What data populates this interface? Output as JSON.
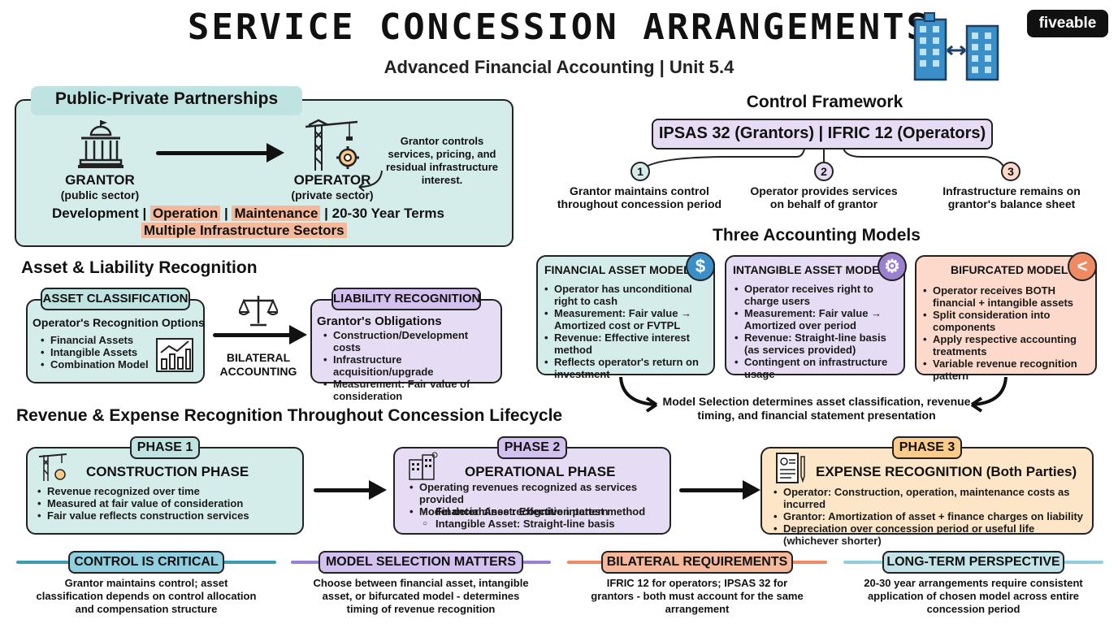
{
  "header": {
    "title": "SERVICE CONCESSION ARRANGEMENTS",
    "subtitle": "Advanced Financial Accounting | Unit 5.4",
    "brand": "fiveable"
  },
  "ppp": {
    "heading": "Public-Private Partnerships",
    "grantor_label": "GRANTOR",
    "grantor_sub": "(public sector)",
    "operator_label": "OPERATOR",
    "operator_sub": "(private sector)",
    "note": "Grantor controls services, pricing, and residual infrastructure interest.",
    "terms": [
      "Development",
      "Operation",
      "Maintenance",
      "20-30 Year Terms"
    ],
    "sectors": "Multiple Infrastructure Sectors"
  },
  "control": {
    "heading": "Control Framework",
    "standards": "IPSAS 32 (Grantors) | IFRIC 12 (Operators)",
    "points": [
      {
        "num": "1",
        "text": "Grantor maintains control throughout concession period"
      },
      {
        "num": "2",
        "text": "Operator provides services on behalf of grantor"
      },
      {
        "num": "3",
        "text": "Infrastructure remains on grantor's balance sheet"
      }
    ]
  },
  "asset_liability": {
    "heading": "Asset & Liability Recognition",
    "asset_tag": "ASSET CLASSIFICATION",
    "asset_title": "Operator's Recognition Options",
    "asset_items": [
      "Financial Assets",
      "Intangible Assets",
      "Combination Model"
    ],
    "bilateral": "BILATERAL ACCOUNTING",
    "liability_tag": "LIABILITY RECOGNITION",
    "liability_title": "Grantor's Obligations",
    "liability_items": [
      "Construction/Development costs",
      "Infrastructure acquisition/upgrade",
      "Measurement: Fair value of consideration"
    ]
  },
  "models": {
    "heading": "Three Accounting Models",
    "financial": {
      "title": "FINANCIAL ASSET MODEL",
      "icon": "$",
      "items": [
        "Operator has unconditional right to cash",
        "Measurement: Fair value → Amortized cost or FVTPL",
        "Revenue: Effective interest method",
        "Reflects operator's return on investment"
      ]
    },
    "intangible": {
      "title": "INTANGIBLE ASSET MODEL",
      "icon": "⚙",
      "items": [
        "Operator receives right to charge users",
        "Measurement: Fair value → Amortized over period",
        "Revenue: Straight-line basis (as services provided)",
        "Contingent on infrastructure usage"
      ]
    },
    "bifurcated": {
      "title": "BIFURCATED MODEL",
      "icon": "<",
      "items": [
        "Operator receives BOTH financial + intangible assets",
        "Split consideration into components",
        "Apply respective accounting treatments",
        "Variable revenue recognition pattern"
      ]
    },
    "conclusion": "Model Selection determines asset classification, revenue timing, and financial statement presentation"
  },
  "lifecycle": {
    "heading": "Revenue & Expense Recognition Throughout Concession Lifecycle",
    "phase1": {
      "tag": "PHASE 1",
      "title": "CONSTRUCTION PHASE",
      "items": [
        "Revenue recognized over time",
        "Measured at fair value of consideration",
        "Fair value reflects construction services"
      ]
    },
    "phase2": {
      "tag": "PHASE 2",
      "title": "OPERATIONAL PHASE",
      "items": [
        "Operating revenues recognized as services provided",
        "Model determines recognition pattern"
      ],
      "sub_items": [
        "Financial Asset: Effective interest method",
        "Intangible Asset: Straight-line basis"
      ]
    },
    "phase3": {
      "tag": "PHASE 3",
      "title": "EXPENSE RECOGNITION (Both Parties)",
      "items": [
        "Operator: Construction, operation, maintenance costs as incurred",
        "Grantor: Amortization of asset + finance charges on liability",
        "Depreciation over concession period or useful life (whichever shorter)"
      ]
    }
  },
  "takeaways": [
    {
      "tag": "CONTROL IS CRITICAL",
      "text": "Grantor maintains control; asset classification depends on control allocation and compensation structure"
    },
    {
      "tag": "MODEL SELECTION MATTERS",
      "text": "Choose between financial asset, intangible asset, or bifurcated model - determines timing of revenue recognition"
    },
    {
      "tag": "BILATERAL REQUIREMENTS",
      "text": "IFRIC 12 for operators; IPSAS 32 for grantors - both must account for the same arrangement"
    },
    {
      "tag": "LONG-TERM PERSPECTIVE",
      "text": "20-30 year arrangements require consistent application of chosen model across entire concession period"
    }
  ],
  "colors": {
    "teal": "#d4ecea",
    "teal_tag": "#bfe3e0",
    "purple": "#e6dcf3",
    "purple_tag": "#d2c1ee",
    "salmon": "#fcd9cb",
    "salmon_tag": "#f6b89a",
    "peach": "#fde6c8",
    "peach_tag": "#fbcb8a"
  }
}
